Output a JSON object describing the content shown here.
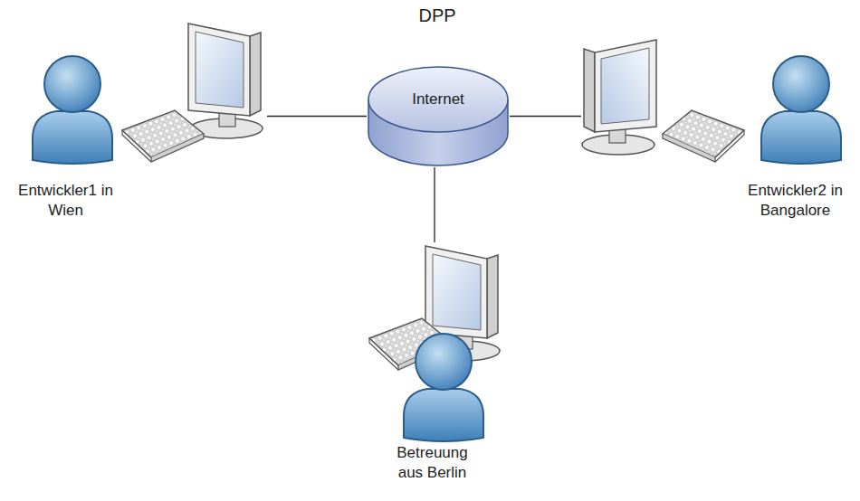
{
  "diagram": {
    "title": "DPP",
    "nodes": [
      {
        "text": [
          "Entwickler1 in Wien"
        ]
      },
      {
        "text": [
          "Internet"
        ]
      },
      {
        "text": [
          "Entwickler2 in Bangalore"
        ]
      },
      {
        "text": [
          "Betreuung aus Berlin"
        ]
      }
    ],
    "edges": [
      {
        "from": 0,
        "to": 1,
        "arrow": "none"
      },
      {
        "from": 1,
        "to": 2,
        "arrow": "none"
      },
      {
        "from": 1,
        "to": 3,
        "arrow": "none"
      }
    ]
  }
}
